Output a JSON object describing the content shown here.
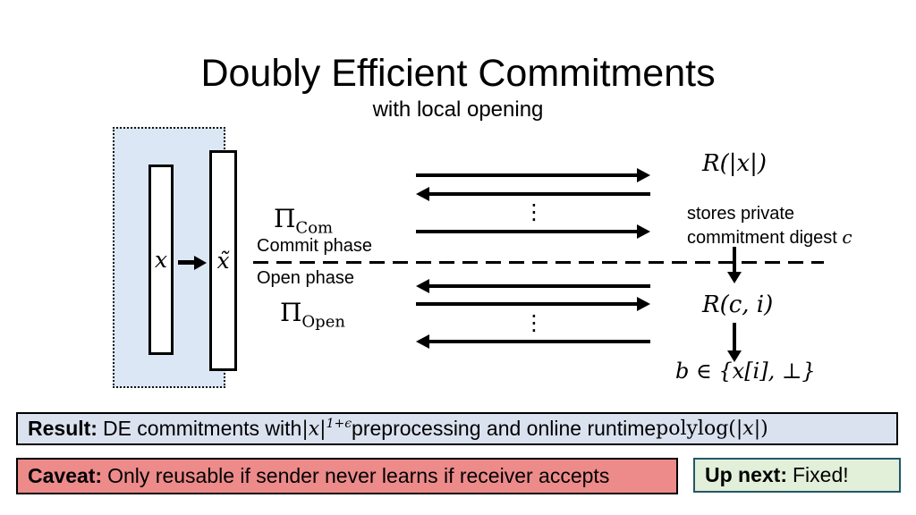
{
  "slide": {
    "title": "Doubly Efficient Commitments",
    "subtitle": "with local opening"
  },
  "sender": {
    "input_label": "x",
    "encoded_label": "x̃"
  },
  "protocol": {
    "pi": "Π",
    "com_sub": "Com",
    "open_sub": "Open",
    "commit_phase": "Commit phase",
    "open_phase": "Open phase",
    "ellipsis": "⋮"
  },
  "receiver": {
    "commit_runtime": "R(|x|)",
    "note_line1": "stores private",
    "note_line2_text": "commitment digest ",
    "note_c": "c",
    "open_runtime": "R(c, i)",
    "output": "b ∈ {x[i], ⊥}"
  },
  "result_box": {
    "label": "Result:",
    "text_1": "DE commitments with ",
    "math_x": "|x|",
    "exponent": "1+ϵ",
    "text_2": " preprocessing and online runtime ",
    "runtime_fn": "polylog(|",
    "runtime_var": "x",
    "runtime_end": "|)"
  },
  "caveat_box": {
    "label": "Caveat:",
    "text": "Only reusable if sender never learns if receiver accepts"
  },
  "upnext_box": {
    "label": "Up next:",
    "text": "Fixed!"
  },
  "colors": {
    "sender_region_fill": "#dbe7f4",
    "result_fill": "#dbe2ef",
    "caveat_fill": "#ed8a8a",
    "upnext_fill": "#e2efd9",
    "upnext_border": "#215868"
  }
}
